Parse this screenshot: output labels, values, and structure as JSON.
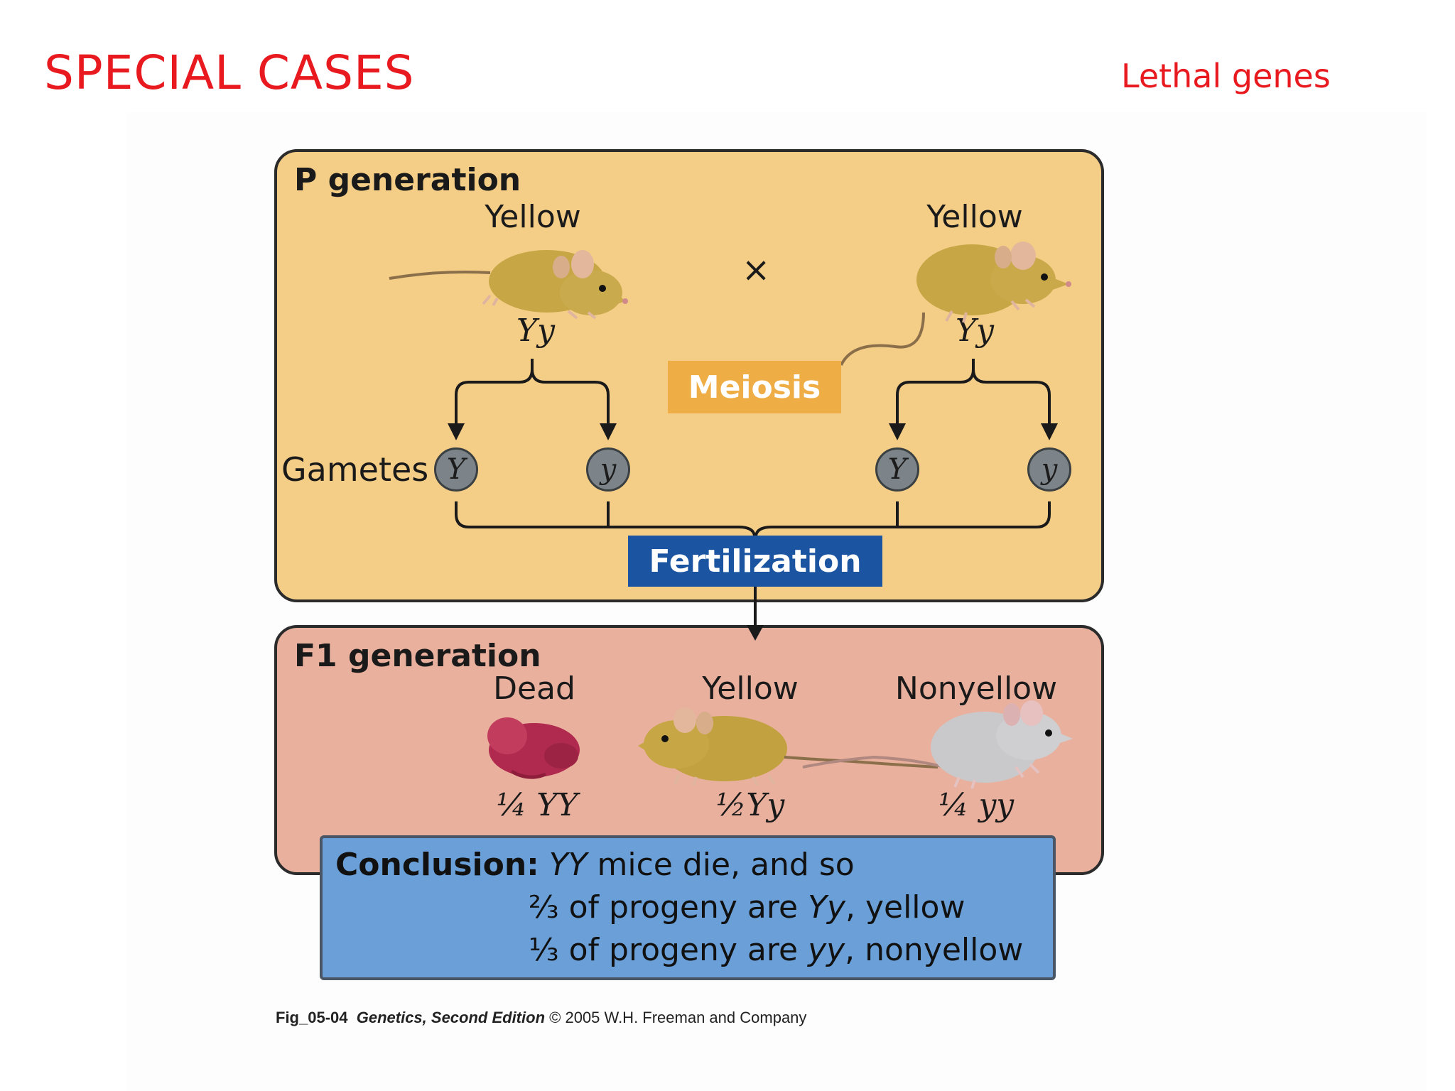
{
  "slide": {
    "title": "SPECIAL CASES",
    "subtitle": "Lethal genes"
  },
  "p_generation": {
    "heading": "P generation",
    "parent_left": {
      "phenotype": "Yellow",
      "genotype": "Yy"
    },
    "parent_right": {
      "phenotype": "Yellow",
      "genotype": "Yy"
    },
    "cross_symbol": "×",
    "meiosis_label": "Meiosis",
    "gametes_label": "Gametes",
    "gametes": [
      "Y",
      "y",
      "Y",
      "y"
    ],
    "fertilization_label": "Fertilization"
  },
  "f1_generation": {
    "heading": "F1 generation",
    "offspring": [
      {
        "phenotype": "Dead",
        "ratio": "¼ YY"
      },
      {
        "phenotype": "Yellow",
        "ratio": "½Yy"
      },
      {
        "phenotype": "Nonyellow",
        "ratio": "¼ yy"
      }
    ]
  },
  "conclusion": {
    "label": "Conclusion:",
    "line1_geno": "YY",
    "line1_text": "mice die, and so",
    "line2_frac": "⅔ of progeny are",
    "line2_geno": "Yy",
    "line2_text": ", yellow",
    "line3_frac": "⅓ of progeny are",
    "line3_geno": "yy",
    "line3_text": ", nonyellow"
  },
  "caption": {
    "fig_id": "Fig_05-04",
    "book": "Genetics, Second Edition",
    "credit": "© 2005 W.H. Freeman and Company"
  },
  "colors": {
    "title_red": "#e8191f",
    "p_panel": "#f4ce87",
    "f1_panel": "#e9b09e",
    "meiosis_orange": "#efad46",
    "fertilization_blue": "#1b55a2",
    "conclusion_blue": "#6a9fd8",
    "gamete_gray": "#7c8489",
    "mouse_yellow": "#c7a645",
    "mouse_gray": "#c9c9cb",
    "embryo_red": "#b02a4f"
  }
}
